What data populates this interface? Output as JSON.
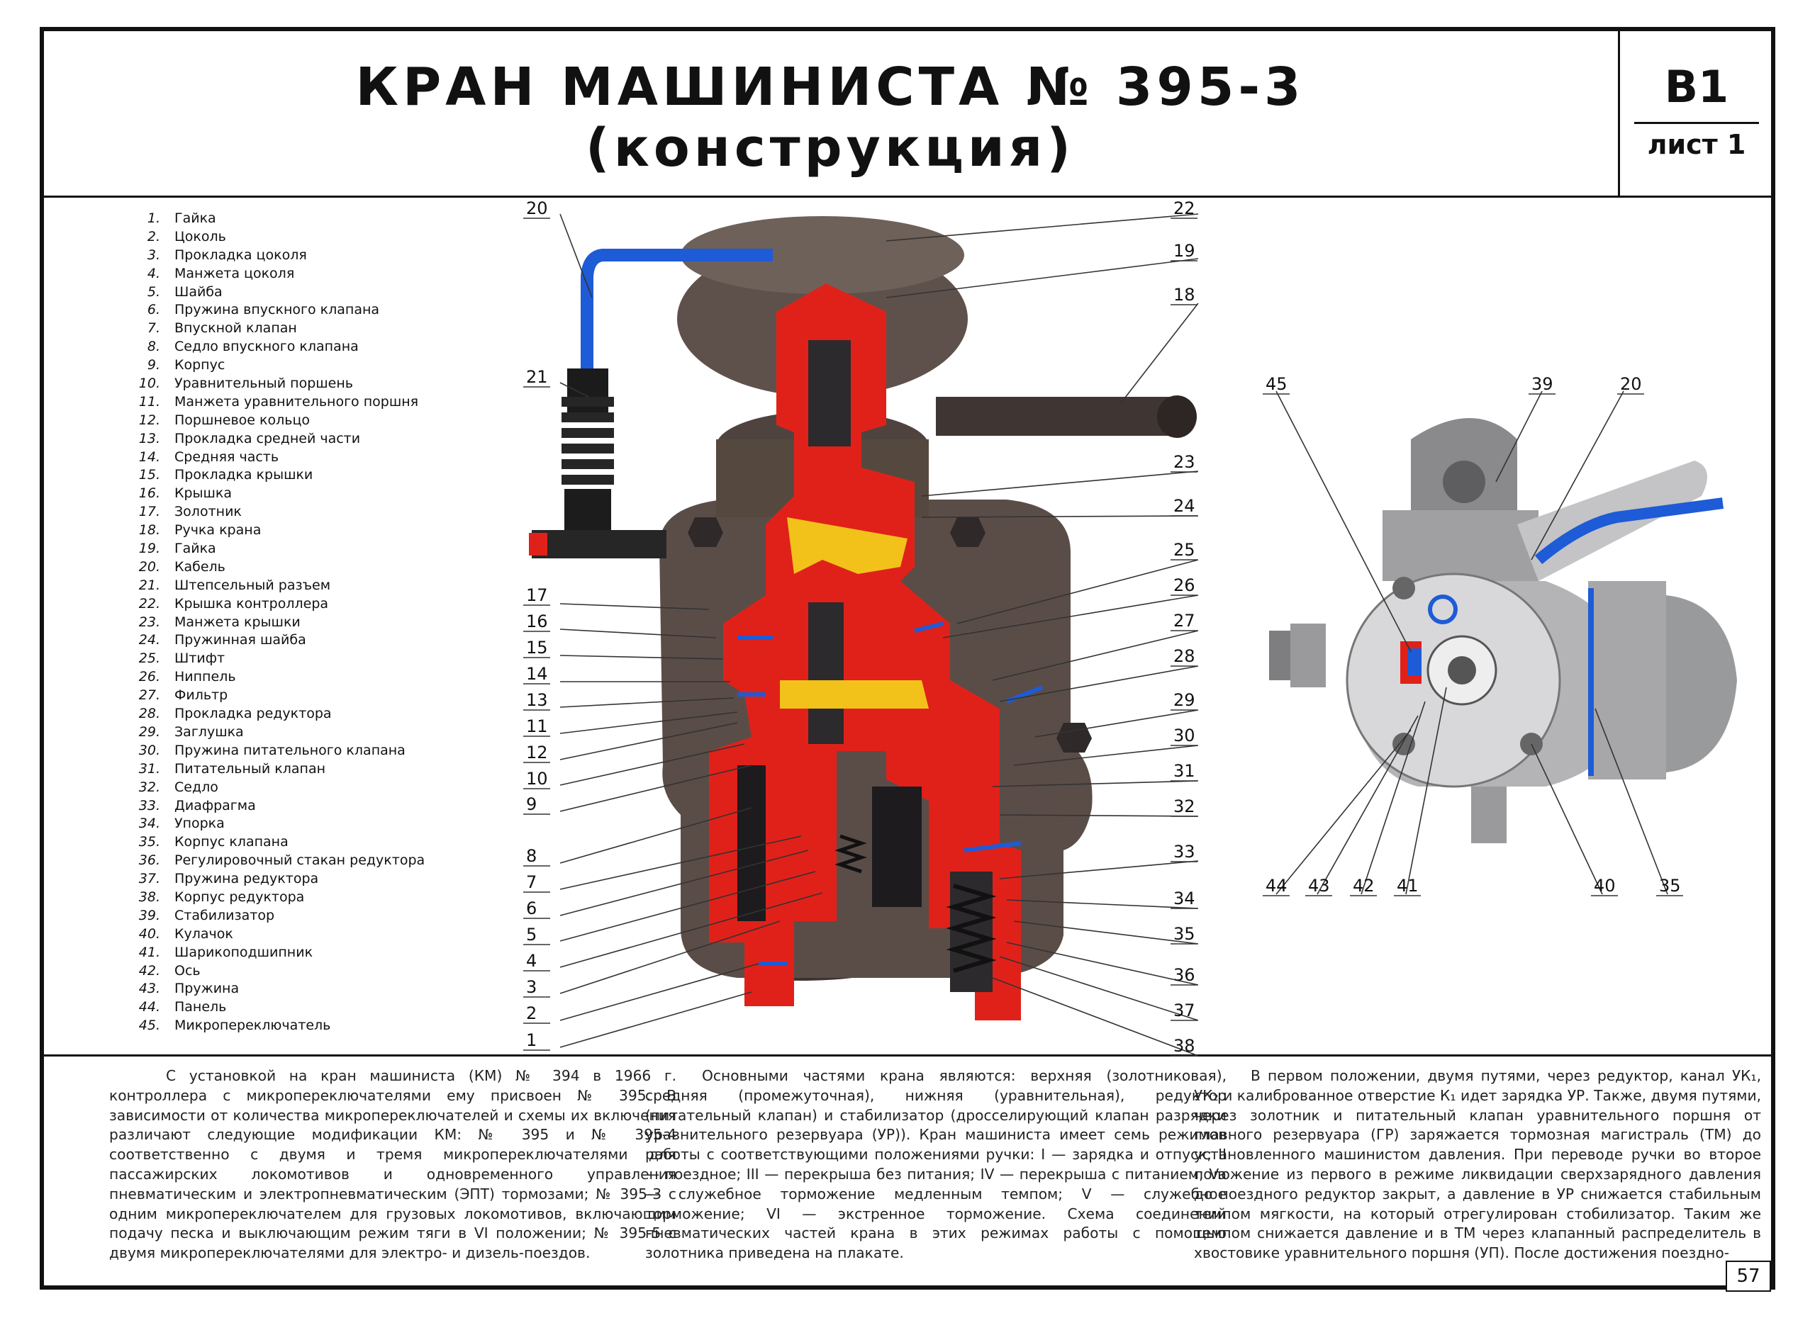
{
  "header": {
    "title_line1": "КРАН МАШИНИСТА № 395-3",
    "title_line2": "(конструкция)",
    "code": "В1",
    "sheet": "лист 1"
  },
  "legend": [
    {
      "n": "1.",
      "t": "Гайка"
    },
    {
      "n": "2.",
      "t": "Цоколь"
    },
    {
      "n": "3.",
      "t": "Прокладка цоколя"
    },
    {
      "n": "4.",
      "t": "Манжета цоколя"
    },
    {
      "n": "5.",
      "t": "Шайба"
    },
    {
      "n": "6.",
      "t": "Пружина впускного клапана"
    },
    {
      "n": "7.",
      "t": "Впускной клапан"
    },
    {
      "n": "8.",
      "t": "Седло впускного клапана"
    },
    {
      "n": "9.",
      "t": "Корпус"
    },
    {
      "n": "10.",
      "t": "Уравнительный поршень"
    },
    {
      "n": "11.",
      "t": "Манжета уравнительного поршня"
    },
    {
      "n": "12.",
      "t": "Поршневое кольцо"
    },
    {
      "n": "13.",
      "t": "Прокладка средней части"
    },
    {
      "n": "14.",
      "t": "Средняя часть"
    },
    {
      "n": "15.",
      "t": "Прокладка крышки"
    },
    {
      "n": "16.",
      "t": "Крышка"
    },
    {
      "n": "17.",
      "t": "Золотник"
    },
    {
      "n": "18.",
      "t": "Ручка крана"
    },
    {
      "n": "19.",
      "t": "Гайка"
    },
    {
      "n": "20.",
      "t": "Кабель"
    },
    {
      "n": "21.",
      "t": "Штепсельный разъем"
    },
    {
      "n": "22.",
      "t": "Крышка контроллера"
    },
    {
      "n": "23.",
      "t": "Манжета крышки"
    },
    {
      "n": "24.",
      "t": "Пружинная шайба"
    },
    {
      "n": "25.",
      "t": "Штифт"
    },
    {
      "n": "26.",
      "t": "Ниппель"
    },
    {
      "n": "27.",
      "t": "Фильтр"
    },
    {
      "n": "28.",
      "t": "Прокладка редуктора"
    },
    {
      "n": "29.",
      "t": "Заглушка"
    },
    {
      "n": "30.",
      "t": "Пружина питательного клапана"
    },
    {
      "n": "31.",
      "t": "Питательный клапан"
    },
    {
      "n": "32.",
      "t": "Седло"
    },
    {
      "n": "33.",
      "t": "Диафрагма"
    },
    {
      "n": "34.",
      "t": "Упорка"
    },
    {
      "n": "35.",
      "t": "Корпус клапана"
    },
    {
      "n": "36.",
      "t": "Регулировочный стакан редуктора"
    },
    {
      "n": "37.",
      "t": "Пружина редуктора"
    },
    {
      "n": "38.",
      "t": "Корпус редуктора"
    },
    {
      "n": "39.",
      "t": "Стабилизатор"
    },
    {
      "n": "40.",
      "t": "Кулачок"
    },
    {
      "n": "41.",
      "t": "Шарикоподшипник"
    },
    {
      "n": "42.",
      "t": "Ось"
    },
    {
      "n": "43.",
      "t": "Пружина"
    },
    {
      "n": "44.",
      "t": "Панель"
    },
    {
      "n": "45.",
      "t": "Микропереключатель"
    }
  ],
  "callouts_left": [
    "20",
    "21",
    "17",
    "16",
    "15",
    "14",
    "13",
    "11",
    "12",
    "10",
    "9",
    "8",
    "7",
    "6",
    "5",
    "4",
    "3",
    "2",
    "1"
  ],
  "callouts_right": [
    "22",
    "19",
    "18",
    "23",
    "24",
    "25",
    "26",
    "27",
    "28",
    "29",
    "30",
    "31",
    "32",
    "33",
    "34",
    "35",
    "36",
    "37",
    "38"
  ],
  "callouts_view2": [
    "45",
    "39",
    "20",
    "44",
    "43",
    "42",
    "41",
    "40",
    "35"
  ],
  "text": {
    "col1": "С установкой на кран машиниста (КМ) № 394 в 1966 г. контроллера с микропереключателями ему присвоен № 395. В зависимости от количества микропереключателей и схемы их включения различают следующие модификации КМ: № 395 и № 395-4 соответственно с двумя и тремя микропереключателями для пассажирских локомотивов и одновременного управления пневматическим и электропневматическим (ЭПТ) тормозами; № 395-3 с одним микропереключателем для грузовых локомотивов, включающим подачу песка и выключающим режим тяги в VI положении; № 395-5 с двумя микропереключателями для электро- и дизель-поездов.",
    "col2": "Основными частями крана являются: верхняя (золотниковая), средняя (промежуточная), нижняя (уравнительная), редуктор (питательный клапан) и стабилизатор (дросселирующий клапан разрядки уравнительного резервуара (УР)). Кран машиниста имеет семь режимов работы с соответствующими положениями ручки: I — зарядка и отпуск; II — поездное; III — перекрыша без питания; IV — перекрыша с питанием; Va — служебное торможение медленным темпом; V — служебное торможение; VI — экстренное торможение. Схема соединений пневматических частей крана в этих режимах работы с помощью золотника приведена на плакате.",
    "col3": "В первом положении, двумя путями, через редуктор, канал УК₁, УК₂ и калиброванное отверстие К₁ идет зарядка УР. Также, двумя путями, через золотник и питательный клапан уравнительного поршня от главного резервуара (ГР) заряжается тормозная магистраль (ТМ) до установленного машинистом давления. При переводе ручки во второе положение из первого в режиме ликвидации сверхзарядного давления до поездного редуктор закрыт, а давление в УР снижается стабильным темпом мягкости, на который отрегулирован стобилизатор. Таким же темпом снижается давление и в ТМ через клапанный распределитель в хвостовике уравнительного поршня (УП). После достижения поездно-"
  },
  "page_number": "57",
  "colors": {
    "section": "#e0211a",
    "brass": "#f2c21b",
    "cable": "#1e5bd6",
    "body": "#5a4d48",
    "steel": "#a9a9ab"
  }
}
